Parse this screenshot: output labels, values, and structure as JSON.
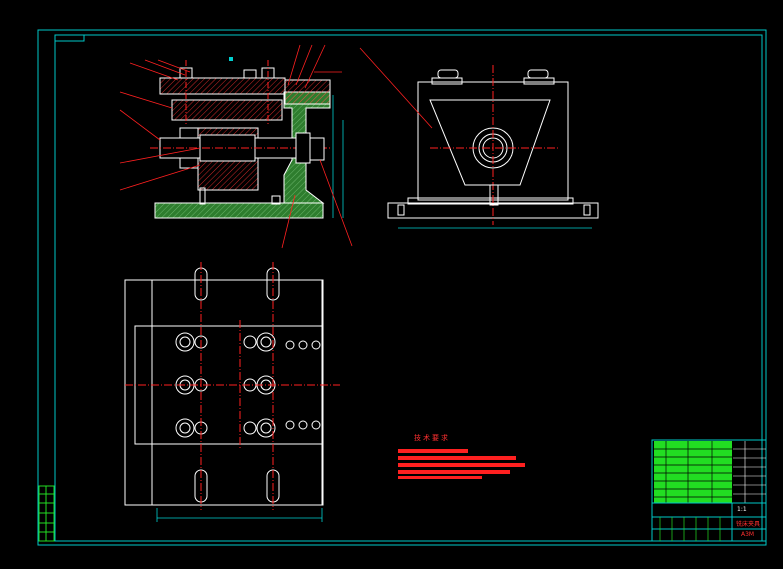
{
  "drawing": {
    "tech_requirements_title": "技术要求",
    "title_block": {
      "part_name": "铣床夹具",
      "drawing_no": "A3M",
      "scale": "1:1"
    }
  },
  "colors": {
    "background": "#000000",
    "frame": "#00c8c8",
    "outline": "#ffffff",
    "hatch": "#ff3030",
    "center": "#ff2020",
    "dimension": "#00d0d0",
    "base_fill": "#2e7d2e",
    "titleblock_fill": "#22dd22",
    "text_strip": "#ff2020"
  }
}
